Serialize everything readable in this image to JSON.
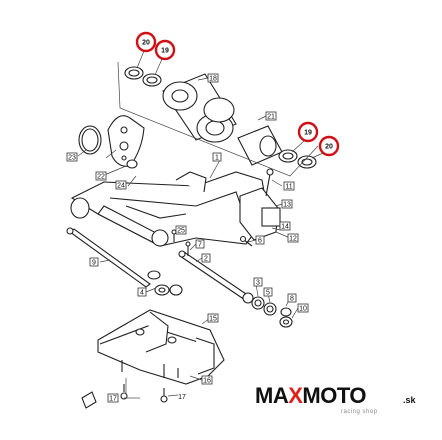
{
  "diagram": {
    "callouts": [
      {
        "id": "c1",
        "label": "1"
      },
      {
        "id": "c2",
        "label": "2"
      },
      {
        "id": "c3",
        "label": "3"
      },
      {
        "id": "c4",
        "label": "4"
      },
      {
        "id": "c5",
        "label": "5"
      },
      {
        "id": "c6",
        "label": "6"
      },
      {
        "id": "c7",
        "label": "7"
      },
      {
        "id": "c8",
        "label": "8"
      },
      {
        "id": "c9",
        "label": "9"
      },
      {
        "id": "c10",
        "label": "10"
      },
      {
        "id": "c11",
        "label": "11"
      },
      {
        "id": "c12",
        "label": "12"
      },
      {
        "id": "c13",
        "label": "13"
      },
      {
        "id": "c14",
        "label": "14"
      },
      {
        "id": "c15",
        "label": "15"
      },
      {
        "id": "c16",
        "label": "16"
      },
      {
        "id": "c17a",
        "label": "17"
      },
      {
        "id": "c17b",
        "label": "17"
      },
      {
        "id": "c18",
        "label": "18"
      },
      {
        "id": "c21",
        "label": "21"
      },
      {
        "id": "c22",
        "label": "22"
      },
      {
        "id": "c23",
        "label": "23"
      },
      {
        "id": "c24",
        "label": "24"
      },
      {
        "id": "c25",
        "label": "25"
      }
    ],
    "highlighted": [
      {
        "id": "h20a",
        "label": "20"
      },
      {
        "id": "h19a",
        "label": "19"
      },
      {
        "id": "h19b",
        "label": "19"
      },
      {
        "id": "h20b",
        "label": "20"
      }
    ],
    "highlight_color": "#d10f14"
  },
  "logo": {
    "part1": "MA",
    "part2": "X",
    "part3": "MOTO",
    "suffix": ".sk",
    "tagline": "racing  shop"
  }
}
